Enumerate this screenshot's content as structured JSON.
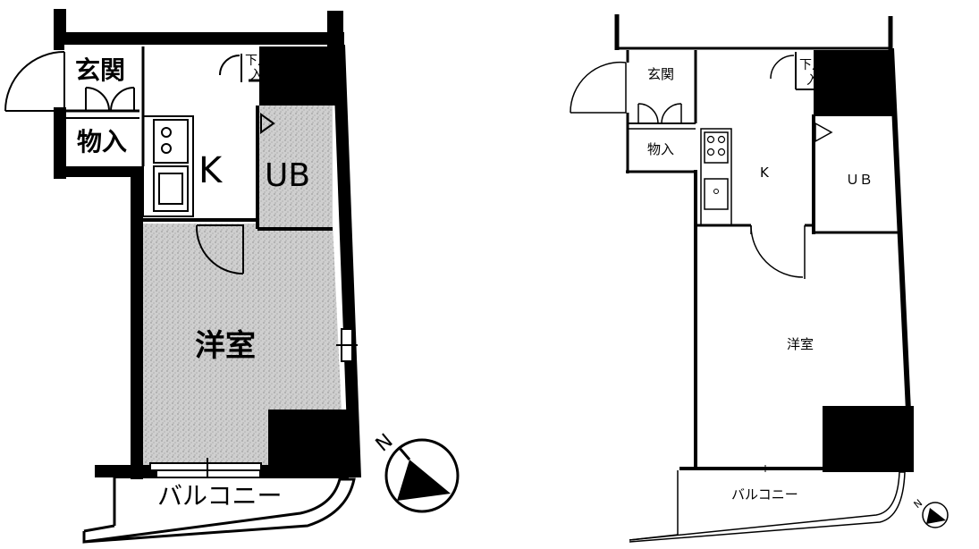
{
  "left_plan": {
    "genkan": "玄関",
    "monoire": "物入",
    "geta_top": "下足",
    "geta_bottom": "入",
    "kitchen": "K",
    "bath": "UB",
    "room": "洋室",
    "balcony": "バルコニー",
    "north": "N"
  },
  "right_plan": {
    "genkan": "玄関",
    "monoire": "物入",
    "geta_top": "下足",
    "geta_bottom": "入",
    "kitchen": "K",
    "bath": "ＵＢ",
    "room": "洋室",
    "balcony": "バルコニー",
    "north": "N"
  },
  "colors": {
    "wall": "#000000",
    "room_fill_left": "#c8c8c8",
    "background": "#ffffff"
  }
}
